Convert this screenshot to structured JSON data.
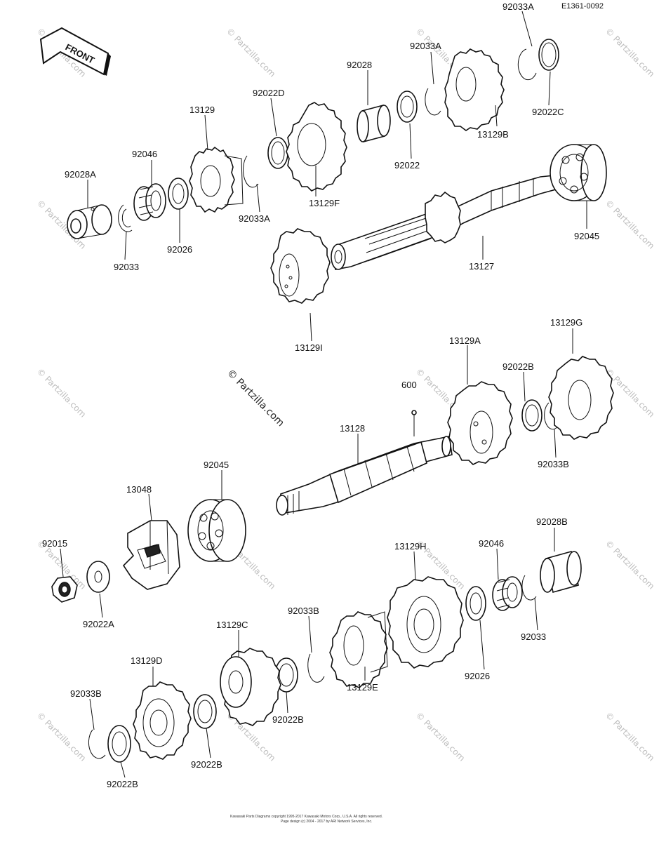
{
  "diagram_code": "E1361-0092",
  "front_label": "FRONT",
  "watermark_text": "© Partzilla.com",
  "footer_line1": "Kawasaki Parts Diagrams copyright 1995-2017 Kawasaki Motors Corp., U.S.A. All rights reserved.",
  "footer_line2": "Page design (c) 2004 - 2017 by ARI Network Services, Inc.",
  "labels": {
    "l92033A_top": "92033A",
    "l92033A_mid": "92033A",
    "l92028": "92028",
    "l92022D": "92022D",
    "l13129": "13129",
    "l92046_top": "92046",
    "l92028A": "92028A",
    "l92033_top": "92033",
    "l92026_top": "92026",
    "l92033A_low": "92033A",
    "l13129F": "13129F",
    "l92022": "92022",
    "l13129B": "13129B",
    "l92022C": "92022C",
    "l92045_top": "92045",
    "l13127": "13127",
    "l13129I": "13129I",
    "l13129G": "13129G",
    "l13129A": "13129A",
    "l92022B_r": "92022B",
    "l600": "600",
    "l13128": "13128",
    "l92033B_r": "92033B",
    "l92045_mid": "92045",
    "l13048": "13048",
    "l92015": "92015",
    "l92022A": "92022A",
    "l92028B": "92028B",
    "l13129H": "13129H",
    "l92046_bot": "92046",
    "l92033_bot": "92033",
    "l92026_bot": "92026",
    "l13129C": "13129C",
    "l92033B_mid": "92033B",
    "l13129E": "13129E",
    "l13129D": "13129D",
    "l92033B_left": "92033B",
    "l92022B_mid": "92022B",
    "l92022B_low": "92022B",
    "l92022B_left": "92022B"
  }
}
